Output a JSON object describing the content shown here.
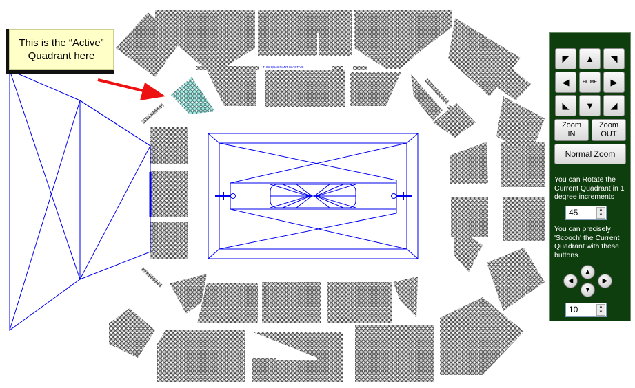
{
  "callout": {
    "line1": "This is the “Active”",
    "line2": "Quadrant here"
  },
  "arena": {
    "mini_label": "THIS QUADRANT IS ACTIVE"
  },
  "panel": {
    "arrows": {
      "up_left": "◤",
      "up": "▲",
      "up_right": "◥",
      "left": "◀",
      "home": "HOME",
      "right": "▶",
      "down_left": "◣",
      "down": "▼",
      "down_right": "◢"
    },
    "zoom_in_label": "Zoom IN",
    "zoom_out_label": "Zoom OUT",
    "normal_zoom_label": "Normal Zoom",
    "rotate_text": "You can Rotate the Current Quadrant in 1 degree increments",
    "rotate_value": "45",
    "scooch_text": "You can precisely 'Scooch' the Current Quadrant with these buttons.",
    "scooch_buttons": {
      "up": "▲",
      "left": "◀",
      "right": "▶",
      "down": "▼"
    },
    "scooch_value": "10"
  },
  "colors": {
    "panel_bg": "#0e3d0e",
    "seat_fill": "#c9c9c9",
    "seat_stroke": "#333333",
    "active_fill": "#a8e6e0",
    "court_lines": "#0000ee",
    "arrow": "#ee1111"
  }
}
